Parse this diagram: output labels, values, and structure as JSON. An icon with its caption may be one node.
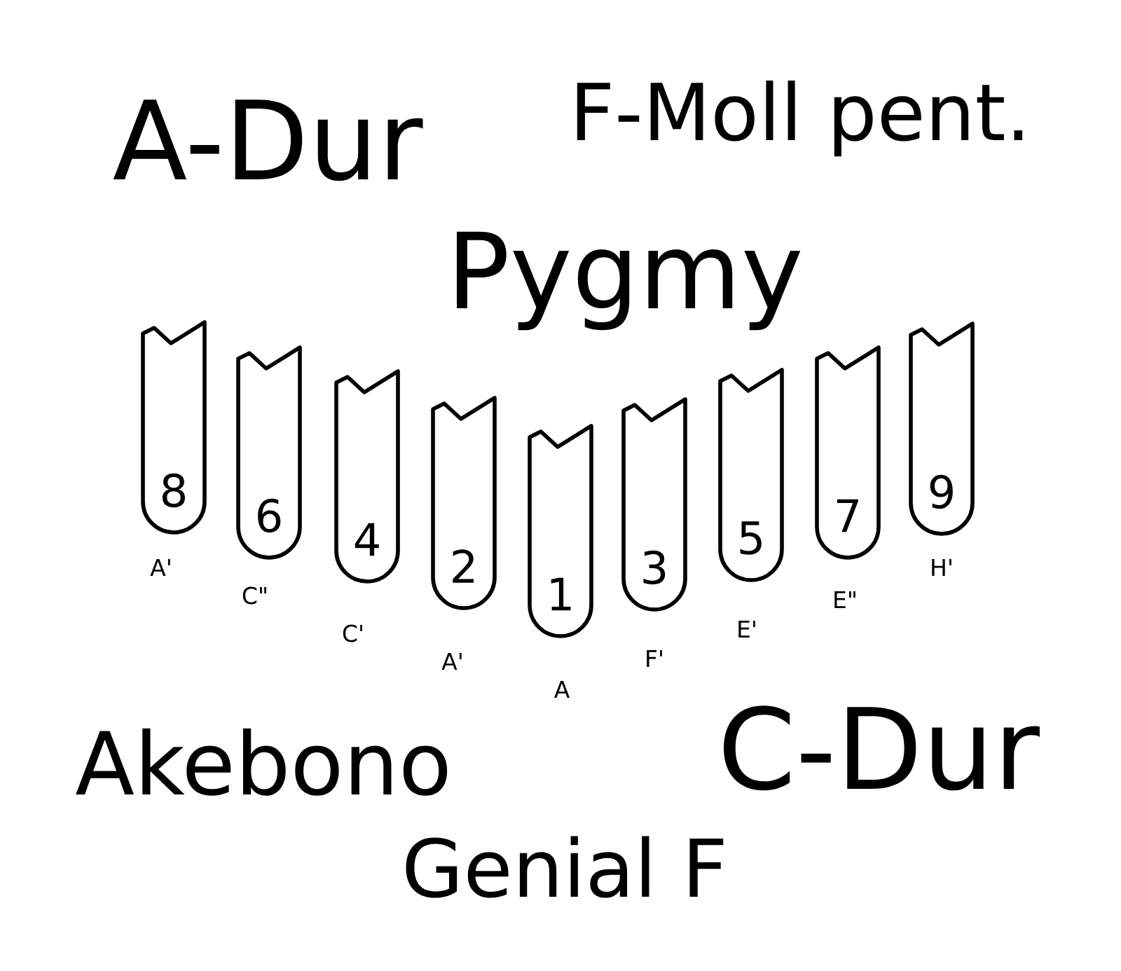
{
  "diagram": {
    "nodes": [
      {
        "text": [
          "8"
        ],
        "beside": [
          "A'"
        ]
      },
      {
        "text": [
          "6"
        ],
        "beside": [
          "C\""
        ]
      },
      {
        "text": [
          "4"
        ],
        "beside": [
          "C'"
        ]
      },
      {
        "text": [
          "2"
        ],
        "beside": [
          "A'"
        ]
      },
      {
        "text": [
          "1"
        ],
        "beside": [
          "A"
        ]
      },
      {
        "text": [
          "3"
        ],
        "beside": [
          "F'"
        ]
      },
      {
        "text": [
          "5"
        ],
        "beside": [
          "E'"
        ]
      },
      {
        "text": [
          "7"
        ],
        "beside": [
          "E\""
        ]
      },
      {
        "text": [
          "9"
        ],
        "beside": [
          "H'"
        ]
      }
    ],
    "labels": [
      "A-Dur",
      "F-Moll pent.",
      "Pygmy",
      "Akebono",
      "C-Dur",
      "Genial F"
    ]
  }
}
